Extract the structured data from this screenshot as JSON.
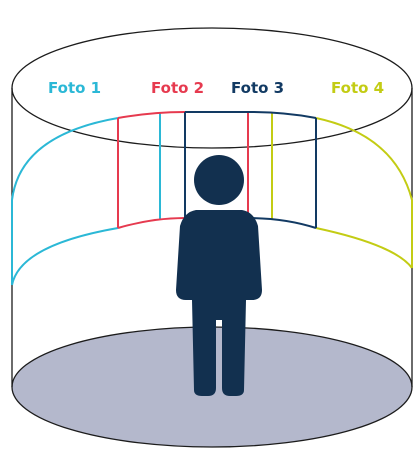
{
  "labels": [
    {
      "text": "Foto 1",
      "color": "#2bb8d6"
    },
    {
      "text": "Foto 2",
      "color": "#e63a4f"
    },
    {
      "text": "Foto 3",
      "color": "#123a63"
    },
    {
      "text": "Foto 4",
      "color": "#c3cc14"
    }
  ],
  "colors": {
    "outline": "#1c1c1c",
    "floor": "#b4b8cc",
    "person": "#12304f"
  }
}
